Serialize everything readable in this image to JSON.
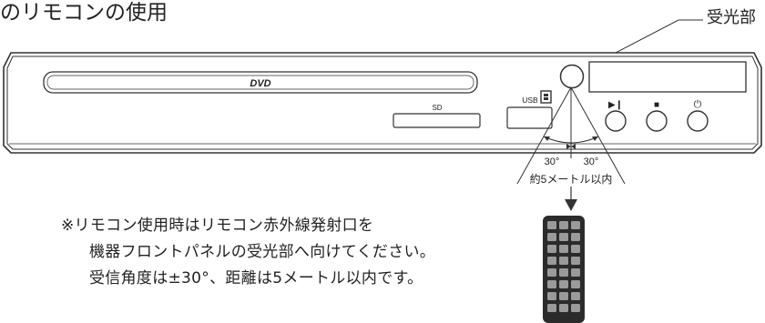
{
  "heading": "のリモコンの使用",
  "sensor_label": "受光部",
  "device": {
    "disc_logo": "DVD",
    "sd_label": "SD",
    "usb_label": "USB",
    "play_pause_symbol": "▶❙",
    "stop_symbol": "■",
    "power_symbol": "⏻"
  },
  "angle": {
    "left": "30°",
    "right": "30°",
    "range": "約5メートル以内"
  },
  "notes": [
    "※リモコン使用時はリモコン赤外線発射口を",
    "機器フロントパネルの受光部へ向けてください。",
    "受信角度は±30°、距離は5メートル以内です。"
  ],
  "colors": {
    "line": "#333333",
    "remote_body": "#2b2b2b",
    "remote_key": "#9a9a9a"
  }
}
